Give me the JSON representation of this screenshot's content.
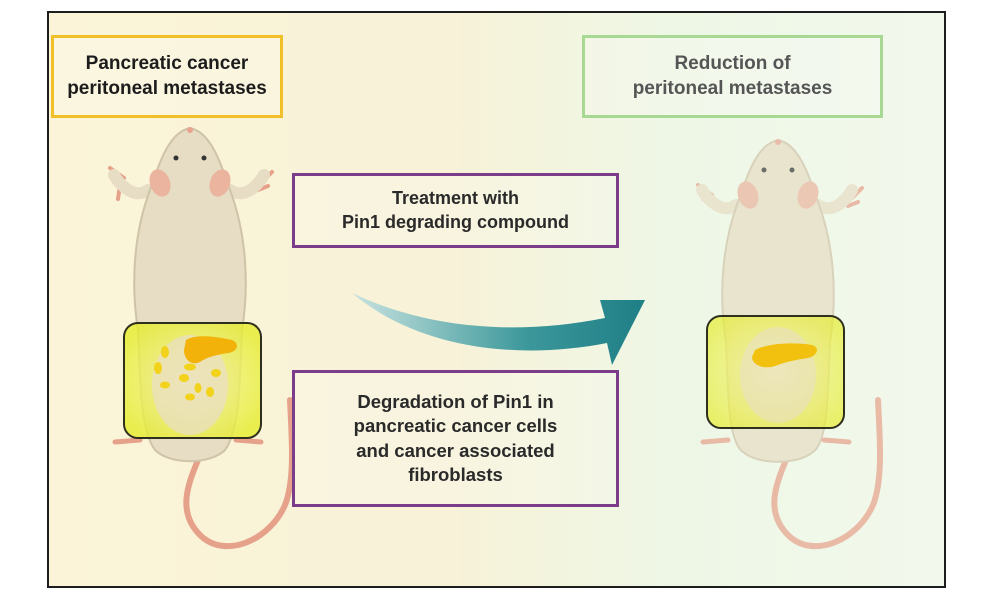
{
  "labels": {
    "left": [
      "Pancreatic cancer",
      "peritoneal metastases"
    ],
    "right": [
      "Reduction of",
      "peritoneal metastases"
    ],
    "treatment": [
      "Treatment with",
      "Pin1 degrading compound"
    ],
    "degradation": [
      "Degradation of Pin1 in",
      "pancreatic cancer cells",
      "and cancer associated",
      "fibroblasts"
    ]
  },
  "colors": {
    "frame_border": "#1d1d1d",
    "left_box_border": "#f1bf27",
    "right_box_border": "#a7d992",
    "center_box_border": "#7b3c8a",
    "arrow": "#2e8e93",
    "highlight": "#e9ee3a",
    "pancreas": "#f2b20a",
    "tumor": "#f3d21b",
    "mouse_body": "#e7dcc4",
    "mouse_tail": "#e6a18a"
  },
  "icons": [
    "mouse-with-tumors-illustration",
    "treated-mouse-illustration",
    "curved-arrow-icon"
  ]
}
